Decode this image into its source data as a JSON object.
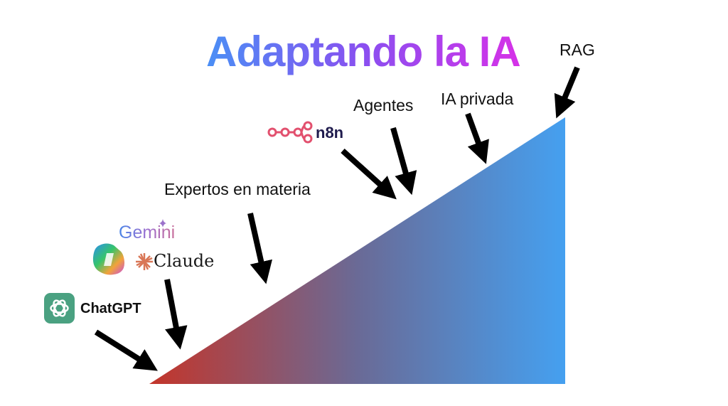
{
  "title": "Adaptando la IA",
  "stages": {
    "rag": "RAG",
    "private_ai": "IA privada",
    "agents": "Agentes",
    "n8n": "n8n",
    "experts": "Expertos en materia",
    "gemini": "Gemini",
    "claude": "Claude",
    "chatgpt": "ChatGPT"
  },
  "colors": {
    "ramp_start": "#c0392b",
    "ramp_end": "#45a0f0",
    "chatgpt": "#4aa181",
    "n8n": "#e2506e"
  }
}
